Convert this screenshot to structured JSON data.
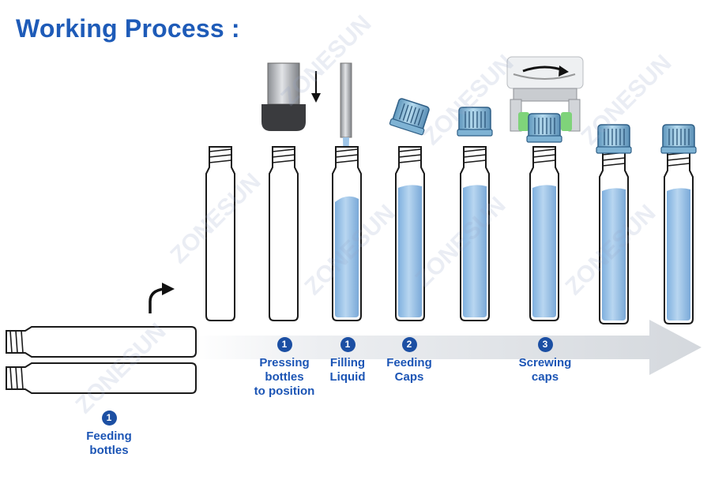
{
  "title": "Working Process :",
  "watermark": "ZONESUN",
  "steps": [
    {
      "num": "1",
      "label": "Feeding\nbottles"
    },
    {
      "num": "1",
      "label": "Pressing\nbottles\nto position"
    },
    {
      "num": "1",
      "label": "Filling\nLiquid"
    },
    {
      "num": "2",
      "label": "Feeding\nCaps"
    },
    {
      "num": "3",
      "label": "Screwing\ncaps"
    }
  ],
  "colors": {
    "title": "#1e5bb8",
    "label": "#1c55b5",
    "badge": "#1c4fa3",
    "liquid": "#9ec5e8",
    "cap": "#8fc1dc",
    "gripper_pad": "#7fd37a",
    "arrow": "#d9dde2"
  }
}
